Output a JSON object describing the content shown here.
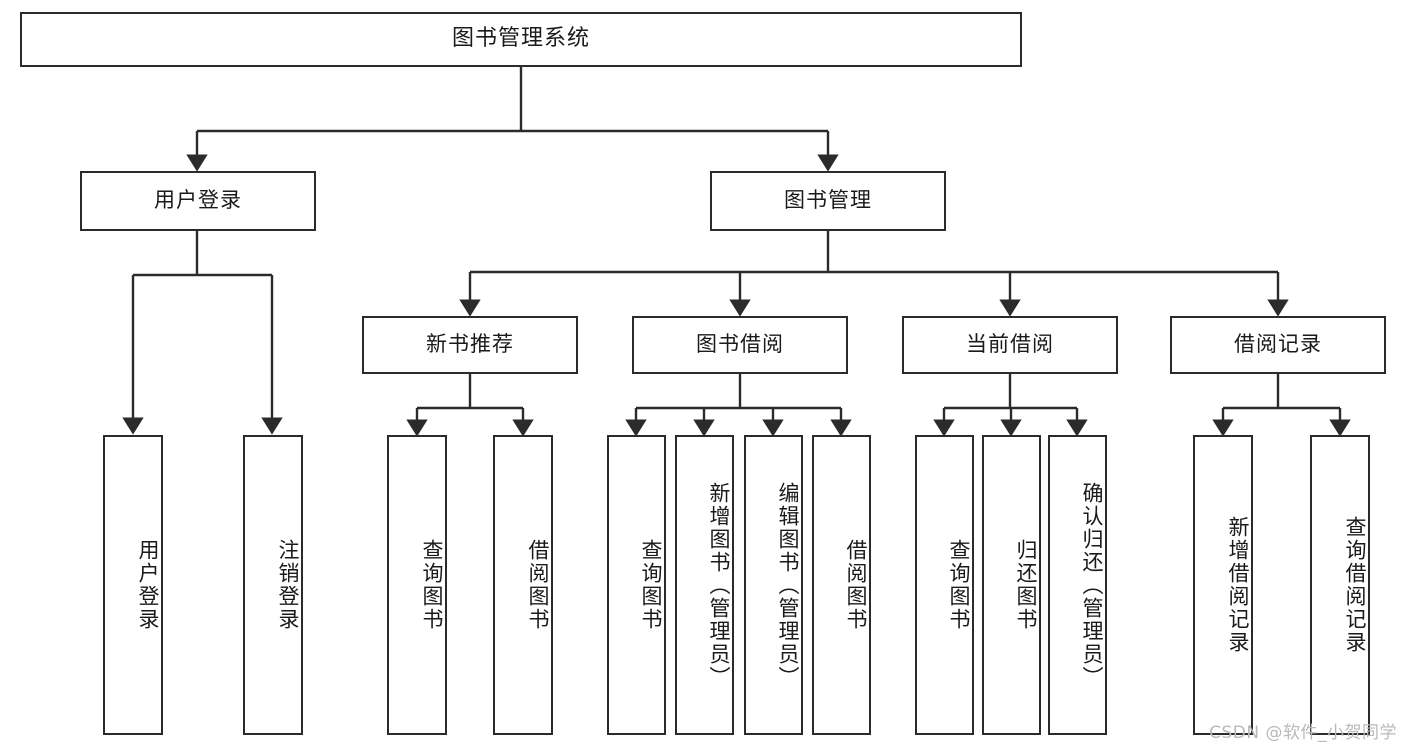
{
  "diagram": {
    "title_node": {
      "label": "图书管理系统"
    },
    "level2": [
      {
        "id": "user-login",
        "label": "用户登录"
      },
      {
        "id": "book-management",
        "label": "图书管理"
      }
    ],
    "level3": [
      {
        "id": "new-book-recommend",
        "label": "新书推荐"
      },
      {
        "id": "book-borrow",
        "label": "图书借阅"
      },
      {
        "id": "current-borrow",
        "label": "当前借阅"
      },
      {
        "id": "borrow-record",
        "label": "借阅记录"
      }
    ],
    "leaves": {
      "user_login": [
        {
          "id": "leaf-user-login",
          "label": "用户登录"
        },
        {
          "id": "leaf-logout-login",
          "label": "注销登录"
        }
      ],
      "new_book_recommend": [
        {
          "id": "leaf-query-book-1",
          "label": "查询图书"
        },
        {
          "id": "leaf-borrow-book-1",
          "label": "借阅图书"
        }
      ],
      "book_borrow": [
        {
          "id": "leaf-query-book-2",
          "label": "查询图书"
        },
        {
          "id": "leaf-add-book",
          "label": "新增图书（管理员）"
        },
        {
          "id": "leaf-edit-book",
          "label": "编辑图书（管理员）"
        },
        {
          "id": "leaf-borrow-book-2",
          "label": "借阅图书"
        }
      ],
      "current_borrow": [
        {
          "id": "leaf-query-book-3",
          "label": "查询图书"
        },
        {
          "id": "leaf-return-book",
          "label": "归还图书"
        },
        {
          "id": "leaf-confirm-return",
          "label": "确认归还（管理员）"
        }
      ],
      "borrow_record": [
        {
          "id": "leaf-add-record",
          "label": "新增借阅记录"
        },
        {
          "id": "leaf-query-record",
          "label": "查询借阅记录"
        }
      ]
    }
  },
  "watermark": {
    "text": "CSDN @软件_小贺同学"
  },
  "colors": {
    "stroke": "#2b2b2b",
    "fill": "#ffffff",
    "text": "#1a1a1a",
    "watermark": "#b9b9b9"
  }
}
